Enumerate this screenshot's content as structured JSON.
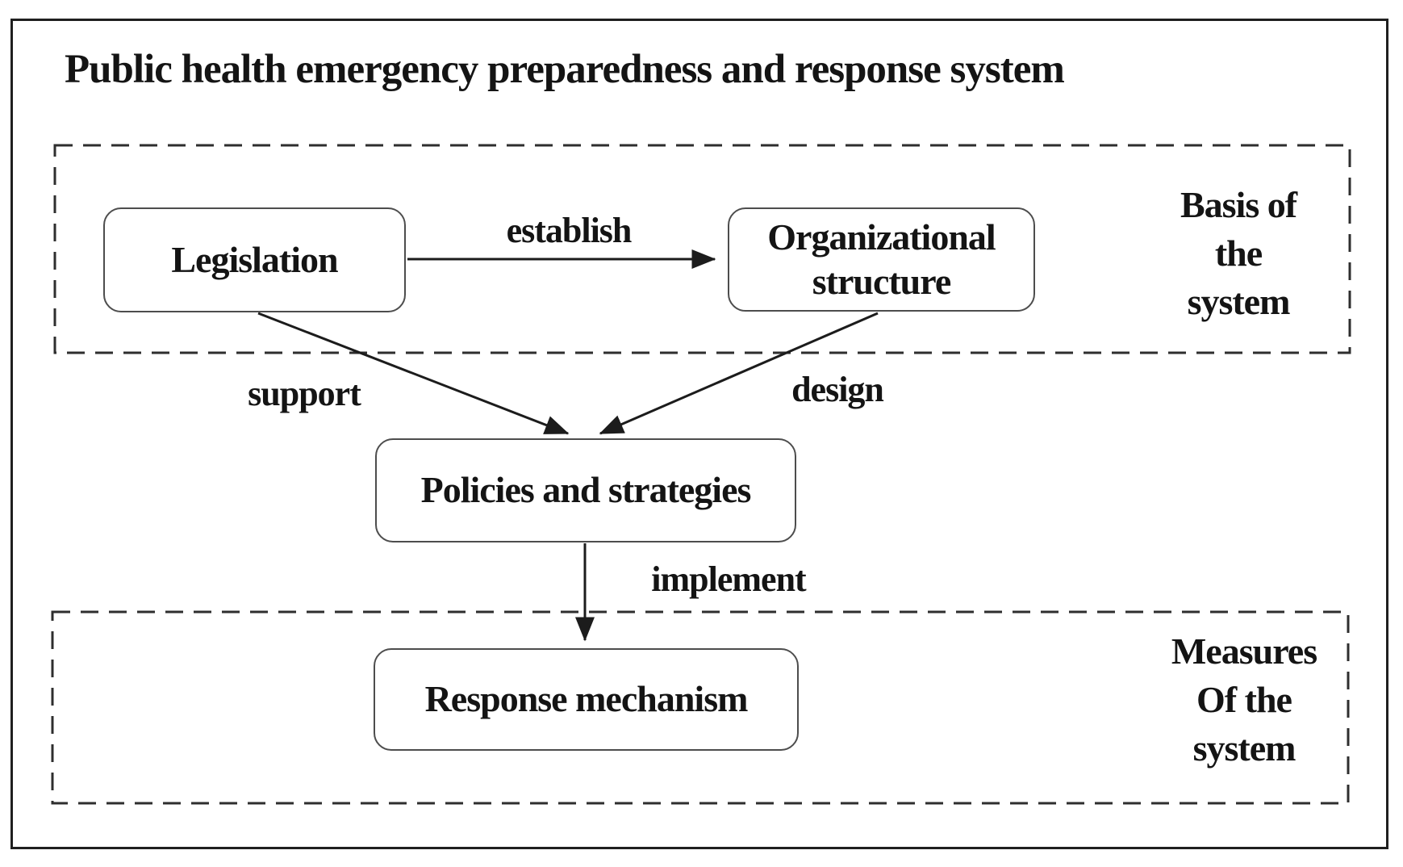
{
  "diagram": {
    "title": "Public health emergency preparedness and response system",
    "nodes": [
      {
        "id": "legislation",
        "label": "Legislation"
      },
      {
        "id": "organizational-structure",
        "label": "Organizational structure"
      },
      {
        "id": "policies-and-strategies",
        "label": "Policies and strategies"
      },
      {
        "id": "response-mechanism",
        "label": "Response mechanism"
      }
    ],
    "connectors": [
      {
        "id": "establish",
        "label": "establish",
        "from": "Legislation",
        "to": "Organizational structure"
      },
      {
        "id": "support",
        "label": "support",
        "from": "Legislation",
        "to": "Policies and strategies"
      },
      {
        "id": "design",
        "label": "design",
        "from": "Organizational structure",
        "to": "Policies and strategies"
      },
      {
        "id": "implement",
        "label": "implement",
        "from": "Policies and strategies",
        "to": "Response mechanism"
      }
    ],
    "regions": [
      {
        "id": "basis",
        "lines": [
          "Basis of",
          "the",
          "system"
        ]
      },
      {
        "id": "measures",
        "lines": [
          "Measures",
          "Of the",
          "system"
        ]
      }
    ],
    "colors": {
      "ink": "#1c1c1c",
      "box_border": "#4d4d4d",
      "dashed_outline": "#2e2e2e",
      "background": "#ffffff"
    }
  }
}
